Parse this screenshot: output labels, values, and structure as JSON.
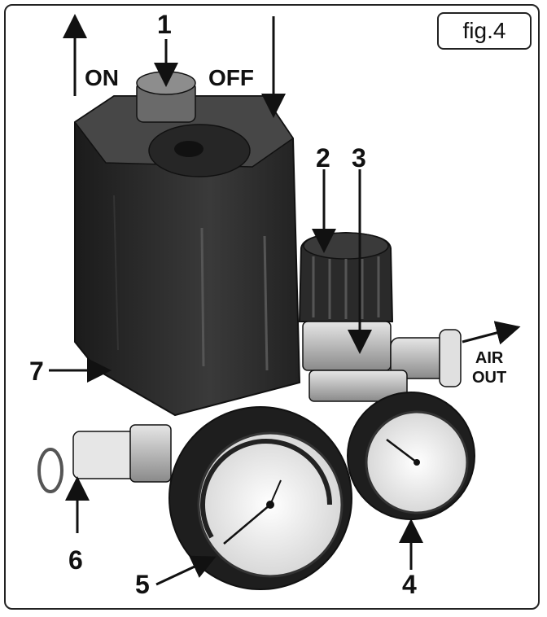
{
  "figure_label": "fig.4",
  "labels": {
    "on": "ON",
    "off": "OFF",
    "air_out": "AIR\nOUT",
    "callouts": [
      "1",
      "2",
      "3",
      "4",
      "5",
      "6",
      "7"
    ]
  },
  "colors": {
    "line": "#111111",
    "housing_dark": "#2a2a2a",
    "housing_mid": "#3c3c3c",
    "gauge_face": "#f2f2f2",
    "metal": "#bdbdbd"
  }
}
